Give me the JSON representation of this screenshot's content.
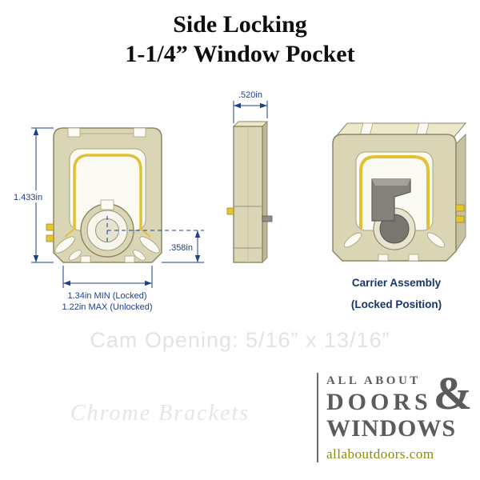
{
  "title": {
    "line1": "Side Locking",
    "line2": "1-1/4” Window Pocket"
  },
  "front_view": {
    "dim_height": "1.433in",
    "dim_offset": ".358in",
    "dim_min": "1.34in MIN (Locked)",
    "dim_max": "1.22in MAX (Unlocked)"
  },
  "side_view": {
    "dim_width": ".520in"
  },
  "carrier_view": {
    "label_line1": "Carrier Assembly",
    "label_line2": "(Locked Position)"
  },
  "watermarks": {
    "cam_opening": "Cam Opening: 5/16” x 13/16”",
    "chrome_brackets": "Chrome Brackets"
  },
  "logo": {
    "top": "ALL ABOUT",
    "doors": "DOORS",
    "ampersand": "&",
    "windows": "WINDOWS",
    "website": "allaboutdoors.com"
  },
  "colors": {
    "body_fill": "#d9d5b5",
    "body_stroke": "#8b8765",
    "gasket_yellow": "#e2c232",
    "pin_yellow": "#e6c62f",
    "carrier_gray": "#82827a",
    "dimension_navy": "#1e3e8f",
    "label_navy": "#17356e",
    "logo_gray": "#5b5b5b",
    "logo_olive": "#8f8a00"
  }
}
